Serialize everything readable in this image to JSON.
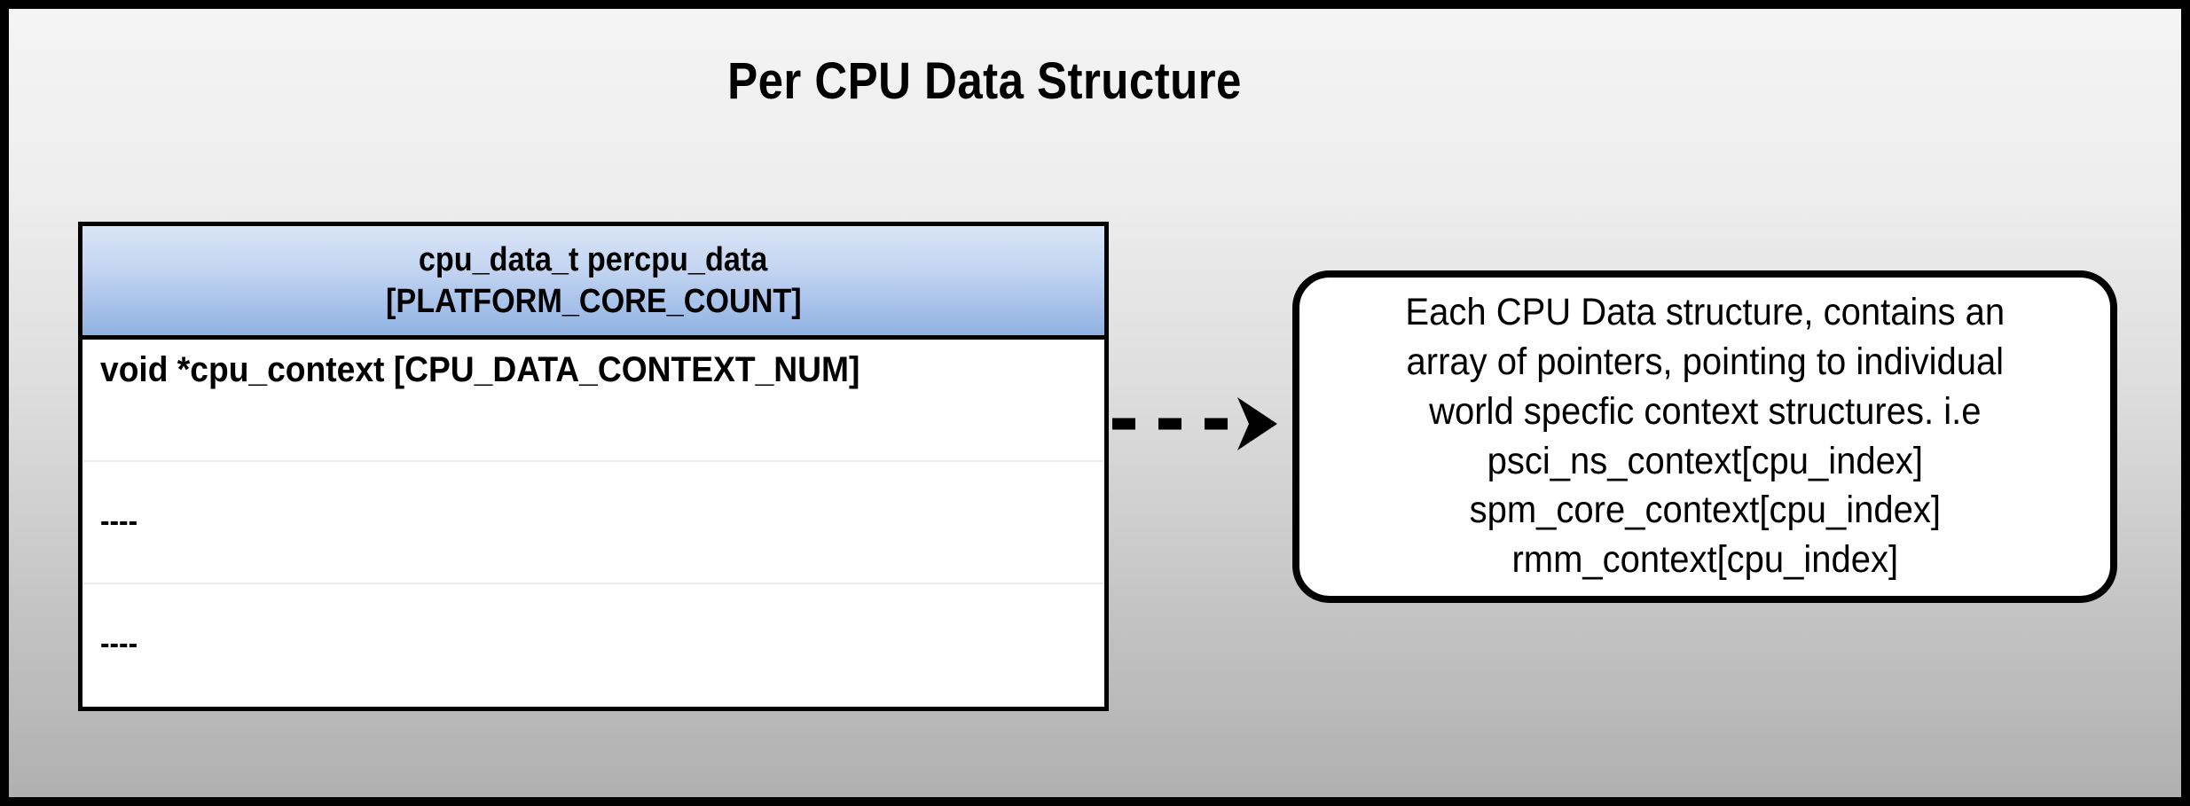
{
  "slide": {
    "title": "Per CPU Data Structure",
    "background": {
      "top_color": "#f4f4f4",
      "bottom_color": "#b0b0b0",
      "frame_color": "#000000"
    }
  },
  "struct_table": {
    "header": {
      "line1": "cpu_data_t percpu_data",
      "line2": "[PLATFORM_CORE_COUNT]",
      "gradient_top": "#d9e4f7",
      "gradient_bottom": "#8fb2e2"
    },
    "rows": [
      {
        "label": "void *cpu_context [CPU_DATA_CONTEXT_NUM]"
      },
      {
        "label": "----"
      },
      {
        "label": "----"
      }
    ]
  },
  "connector": {
    "style": "dashed",
    "direction": "right",
    "color": "#000000",
    "dash_count": 3
  },
  "callout": {
    "lines": [
      "Each CPU Data structure, contains an",
      "array of pointers, pointing to individual",
      "world specfic context structures. i.e",
      "psci_ns_context[cpu_index]",
      "spm_core_context[cpu_index]",
      "rmm_context[cpu_index]"
    ],
    "border_color": "#000000",
    "fill_color": "#ffffff"
  }
}
